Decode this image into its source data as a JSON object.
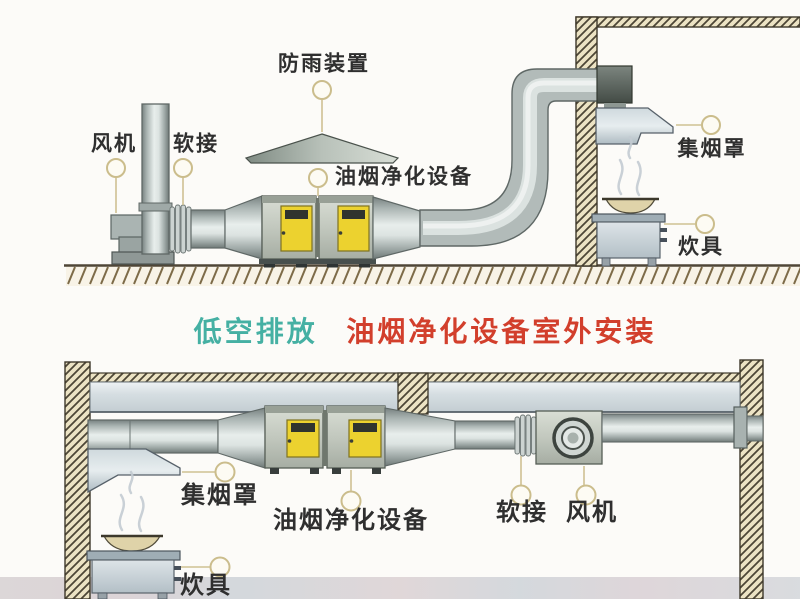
{
  "top_diagram": {
    "labels": {
      "rain_cover": "防雨装置",
      "fan": "风机",
      "soft_joint": "软接",
      "purifier": "油烟净化设备",
      "hood": "集烟罩",
      "stove": "炊具"
    }
  },
  "caption": {
    "part1": "低空排放",
    "part2": "油烟净化设备室外安装",
    "part1_color": "#45b0a3",
    "part2_color": "#d23f2c"
  },
  "bottom_diagram": {
    "labels": {
      "hood": "集烟罩",
      "purifier": "油烟净化设备",
      "soft_joint": "软接",
      "fan": "风机",
      "stove": "炊具"
    }
  },
  "style": {
    "background": "#fcfbf8",
    "label_color": "#2f2f2f",
    "wall_fill": "#ece3c4",
    "duct_highlight": "#e8eeec",
    "duct_shadow": "#6f7977",
    "door_yellow": "#ecd22f",
    "marker_line": "#cfc193"
  }
}
